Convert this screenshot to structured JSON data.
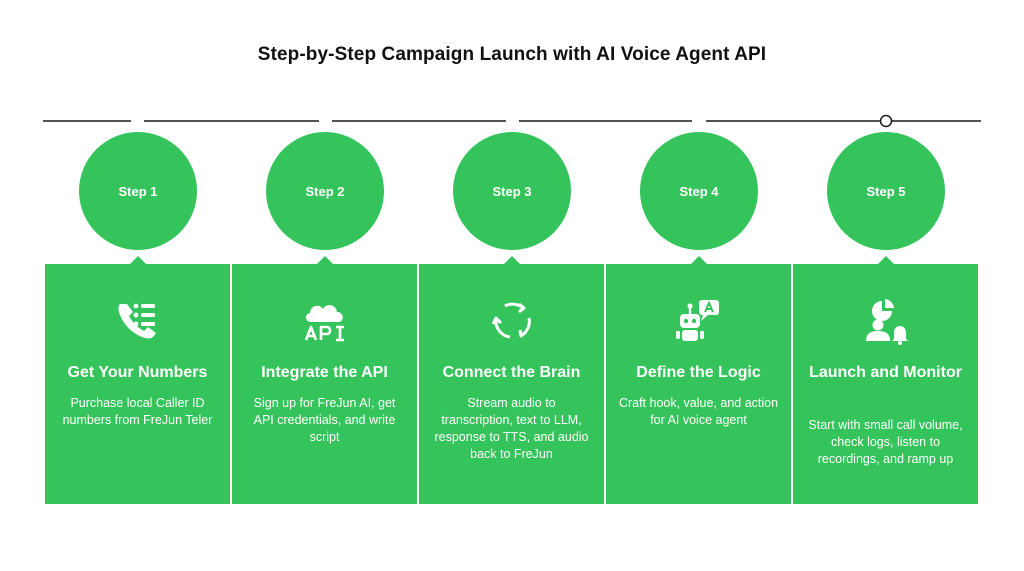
{
  "title": "Step-by-Step Campaign Launch with AI Voice Agent API",
  "colors": {
    "accent": "#35c45b",
    "title": "#111111",
    "line": "#1a1a1a"
  },
  "steps": [
    {
      "label": "Step 1",
      "icon": "phone-list-icon",
      "heading": "Get Your Numbers",
      "text": "Purchase local Caller ID numbers from FreJun Teler"
    },
    {
      "label": "Step 2",
      "icon": "cloud-api-icon",
      "heading": "Integrate the API",
      "text": "Sign up for FreJun AI, get API credentials, and write script"
    },
    {
      "label": "Step 3",
      "icon": "cycle-arrows-icon",
      "heading": "Connect the Brain",
      "text": "Stream audio to transcription, text to LLM, response to TTS, and audio back to FreJun"
    },
    {
      "label": "Step 4",
      "icon": "robot-chat-icon",
      "heading": "Define the Logic",
      "text": "Craft hook, value, and action for AI voice agent"
    },
    {
      "label": "Step 5",
      "icon": "user-chart-bell-icon",
      "heading": "Launch and Monitor",
      "text": "Start with small call volume, check logs, listen to recordings, and ramp up"
    }
  ]
}
